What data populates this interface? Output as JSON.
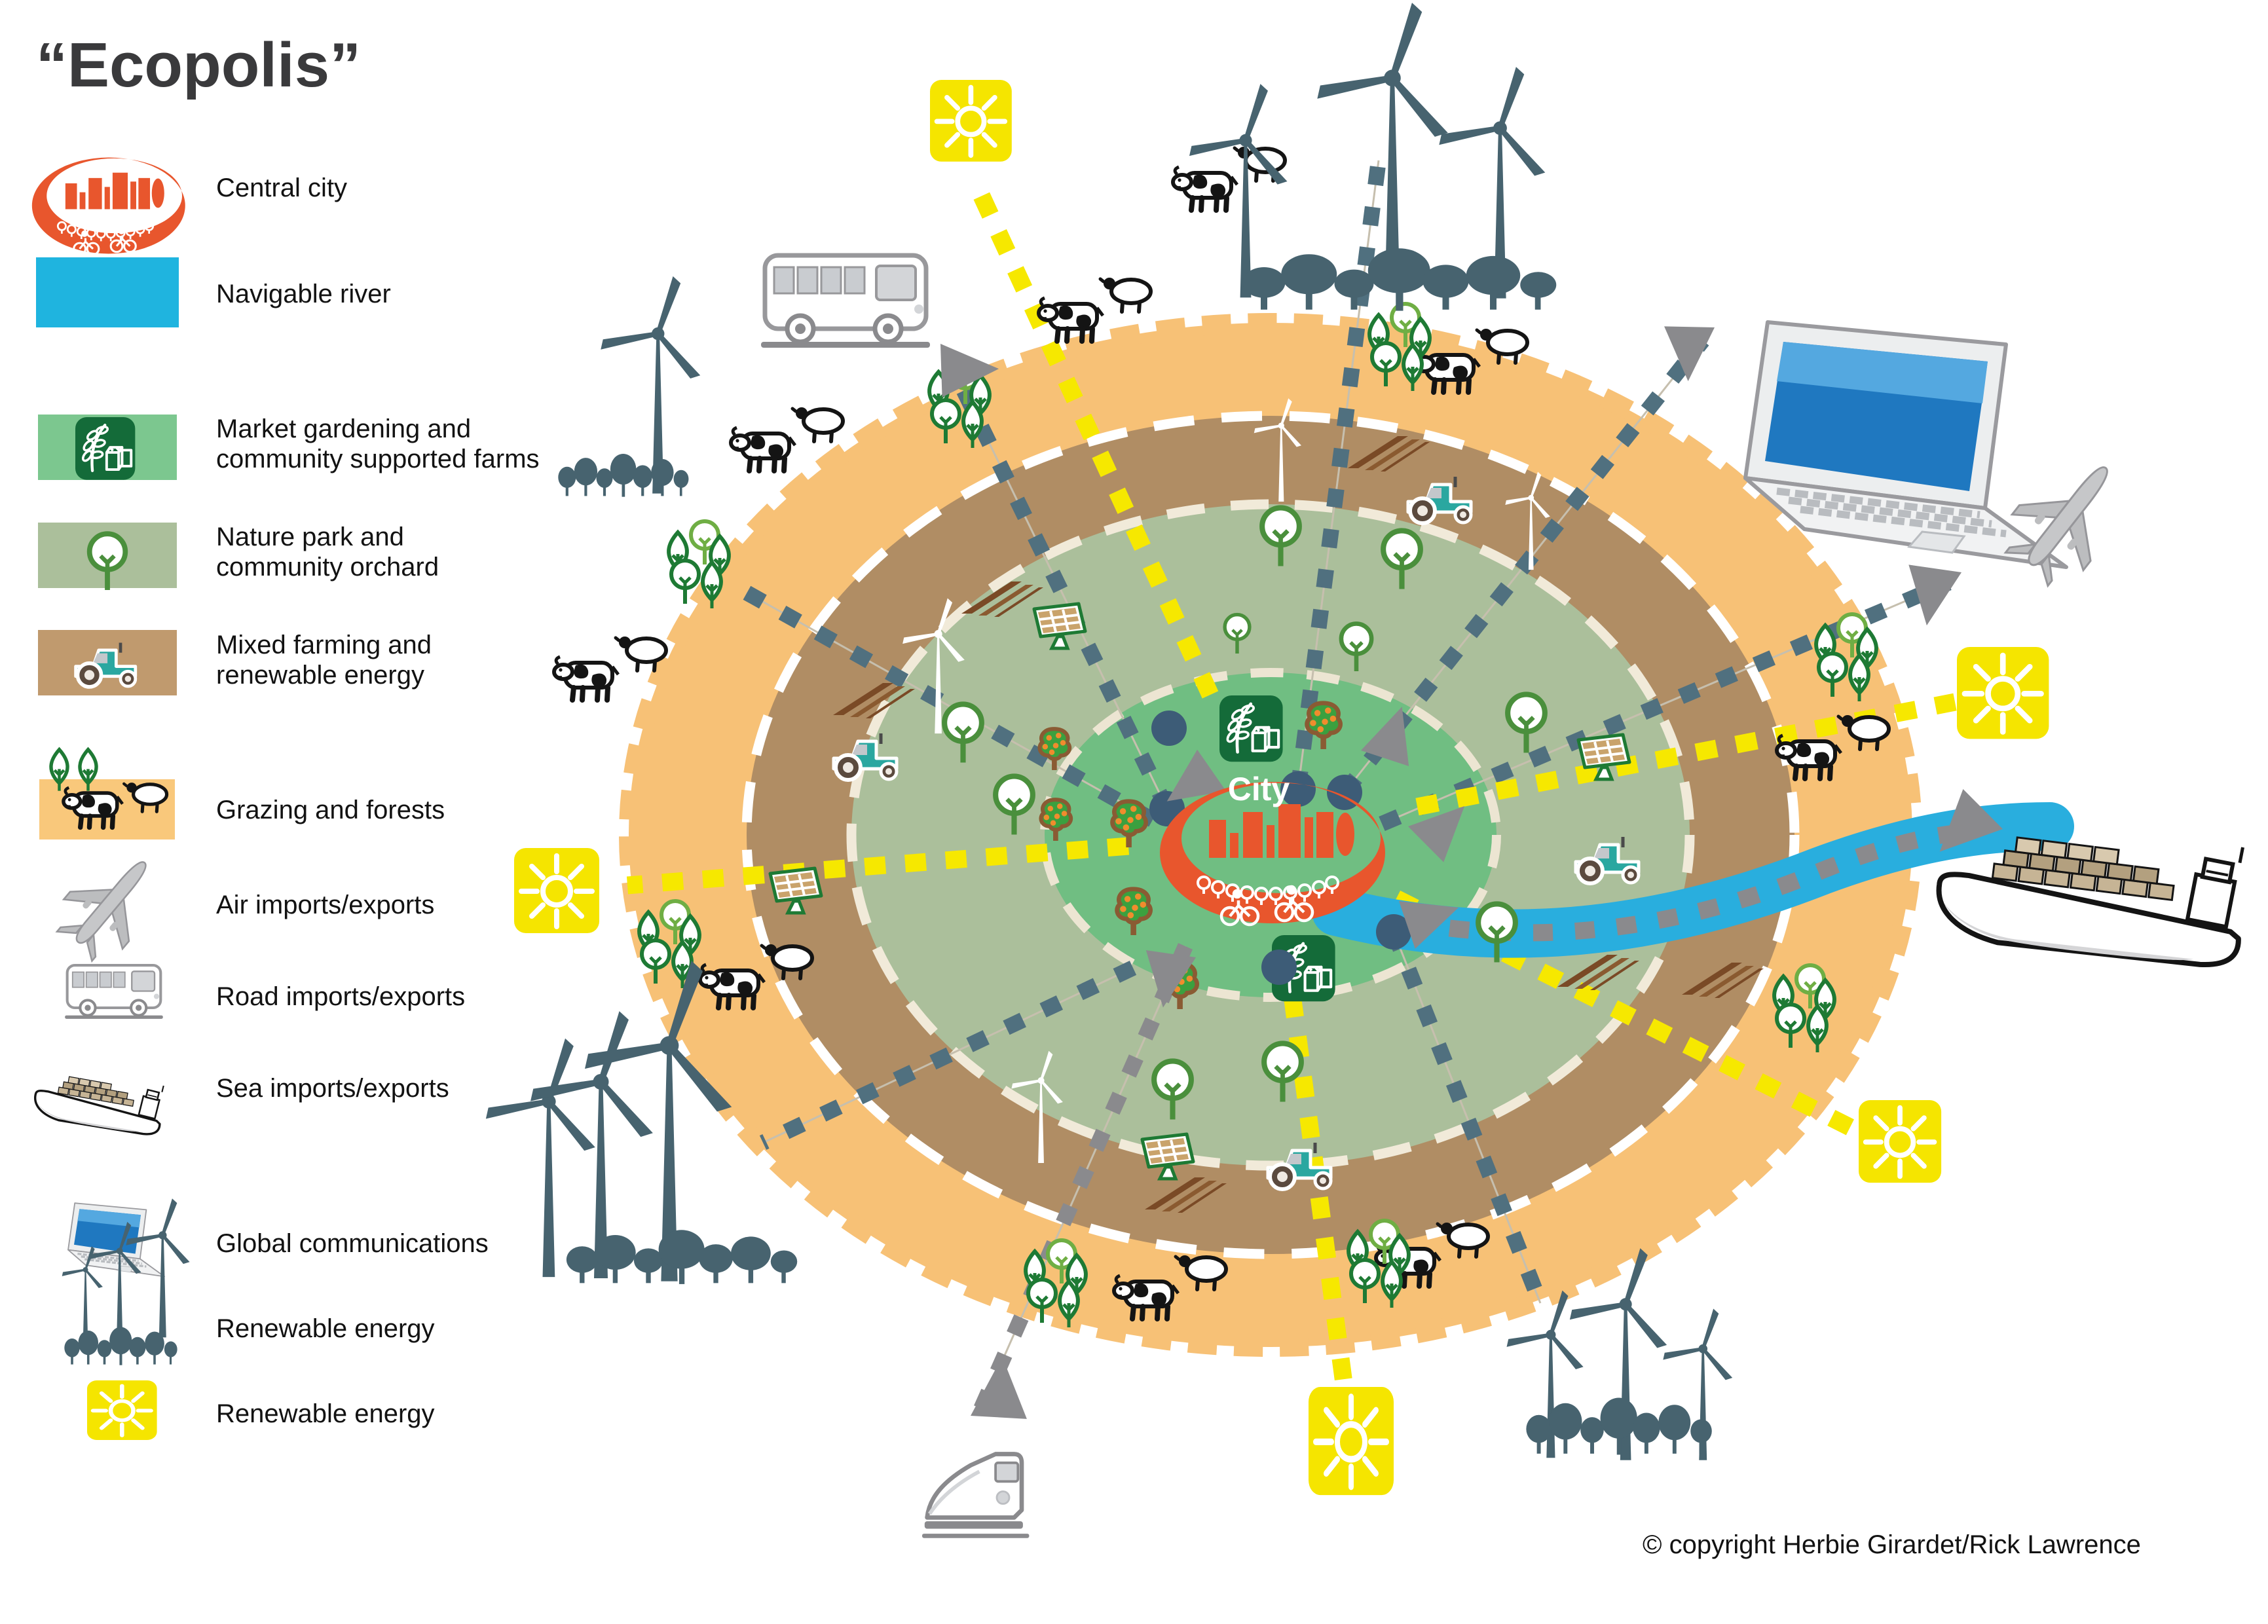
{
  "title": "“Ecopolis”",
  "legend": {
    "items": [
      {
        "id": "central-city",
        "icon": "central-city-logo-icon",
        "lines": [
          "Central city"
        ]
      },
      {
        "id": "navigable-river",
        "icon": "river-swatch",
        "lines": [
          "Navigable river"
        ]
      },
      {
        "id": "market-gardening",
        "icon": "market-produce-icon",
        "lines": [
          "Market gardening and",
          "community supported farms"
        ]
      },
      {
        "id": "nature-park",
        "icon": "park-tree-icon",
        "lines": [
          "Nature park and",
          "community orchard"
        ]
      },
      {
        "id": "mixed-farming",
        "icon": "tractor-icon",
        "lines": [
          "Mixed farming and",
          "renewable energy"
        ]
      },
      {
        "id": "grazing-forests",
        "icon": "cow-sheep-trees-icon",
        "lines": [
          "Grazing and forests"
        ]
      },
      {
        "id": "air-imports-exports",
        "icon": "airplane-icon",
        "lines": [
          "Air imports/exports"
        ]
      },
      {
        "id": "road-imports-exports",
        "icon": "bus-icon",
        "lines": [
          "Road imports/exports"
        ]
      },
      {
        "id": "sea-imports-exports",
        "icon": "cargo-ship-icon",
        "lines": [
          "Sea imports/exports"
        ]
      },
      {
        "id": "global-communications",
        "icon": "laptop-icon",
        "lines": [
          "Global communications"
        ]
      },
      {
        "id": "renewable-energy-wind",
        "icon": "wind-turbines-icon",
        "lines": [
          "Renewable energy"
        ]
      },
      {
        "id": "renewable-energy-sun",
        "icon": "sun-icon",
        "lines": [
          "Renewable energy"
        ]
      }
    ]
  },
  "diagram": {
    "city_label": "City",
    "rings": [
      {
        "name": "Grazing and forests",
        "color": "#f7c176"
      },
      {
        "name": "Mixed farming and renewable energy",
        "color": "#b08d64"
      },
      {
        "name": "Nature park and community orchard",
        "color": "#abbf9b"
      },
      {
        "name": "Market gardening and community supported farms",
        "color": "#70be82"
      }
    ]
  },
  "footer": {
    "copyright": "© copyright Herbie Girardet/Rick Lawrence"
  },
  "colors": {
    "river": "#29aede",
    "sun_yellow": "#f5e500",
    "ray_yellow": "#f6e800",
    "ray_slate": "#50707f",
    "arrow_gray": "#8a8a8d",
    "node_navy": "#3d5c77",
    "city_orange": "#e8562d",
    "market_green": "#146b39",
    "turbine_slate": "#47636f"
  }
}
